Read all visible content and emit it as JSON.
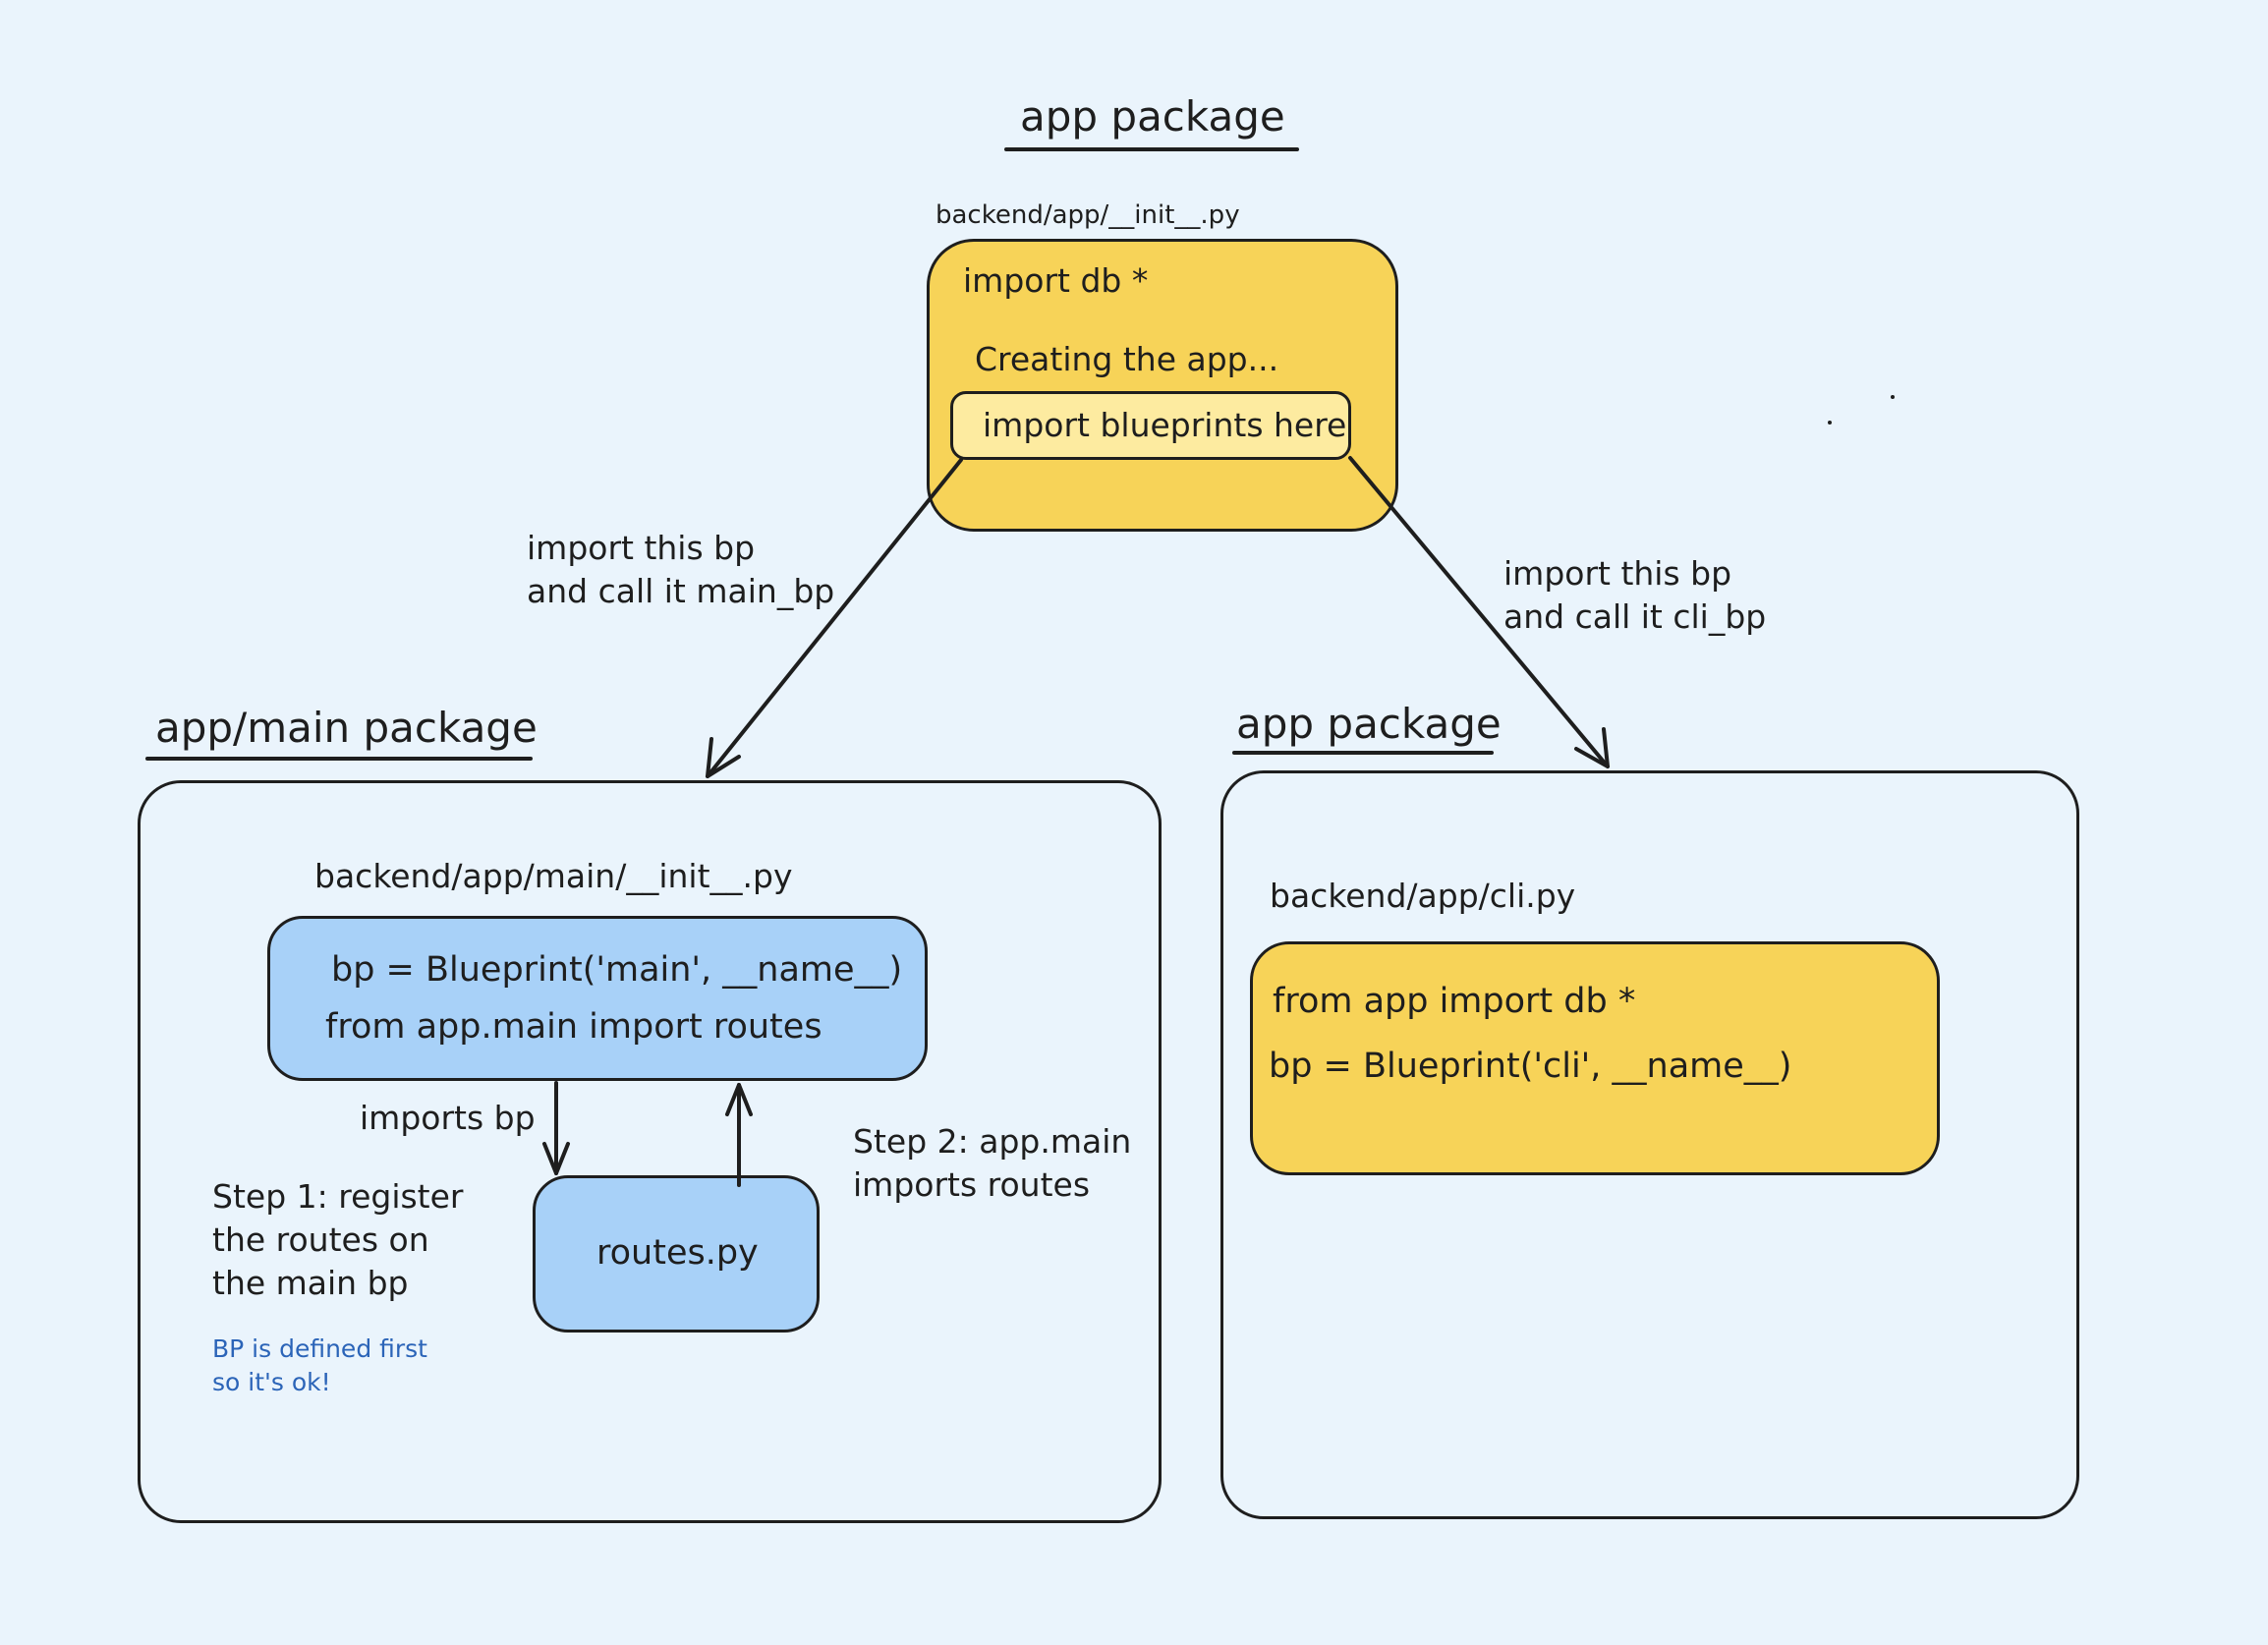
{
  "top": {
    "heading": "app package",
    "file_label": "backend/app/__init__.py",
    "line1": "import db *",
    "line2": "Creating the app...",
    "inner_box": "import blueprints here"
  },
  "arrow_left_label": {
    "line1": "import this bp",
    "line2": "and call it main_bp"
  },
  "arrow_right_label": {
    "line1": "import this bp",
    "line2": "and call it cli_bp"
  },
  "main_pkg": {
    "heading": "app/main package",
    "file_label": "backend/app/main/__init__.py",
    "code_line1": "bp = Blueprint('main', __name__)",
    "code_line2": "from app.main import routes",
    "imports_bp": "imports bp",
    "routes_box": "routes.py",
    "step1_line1": "Step 1: register",
    "step1_line2": "the routes on",
    "step1_line3": "the main bp",
    "note_line1": "BP is defined first",
    "note_line2": "so it's ok!",
    "step2_line1": "Step 2: app.main",
    "step2_line2": "imports routes"
  },
  "cli_pkg": {
    "heading": "app package",
    "file_label": "backend/app/cli.py",
    "code_line1": "from app import db *",
    "code_line2": "bp = Blueprint('cli', __name__)"
  },
  "colors": {
    "background": "#eaf4fc",
    "yellow": "#f7d358",
    "light_yellow": "#fdeba0",
    "blue": "#a8d1f8",
    "note_blue": "#2b64b8",
    "stroke": "#1e1e1e"
  }
}
